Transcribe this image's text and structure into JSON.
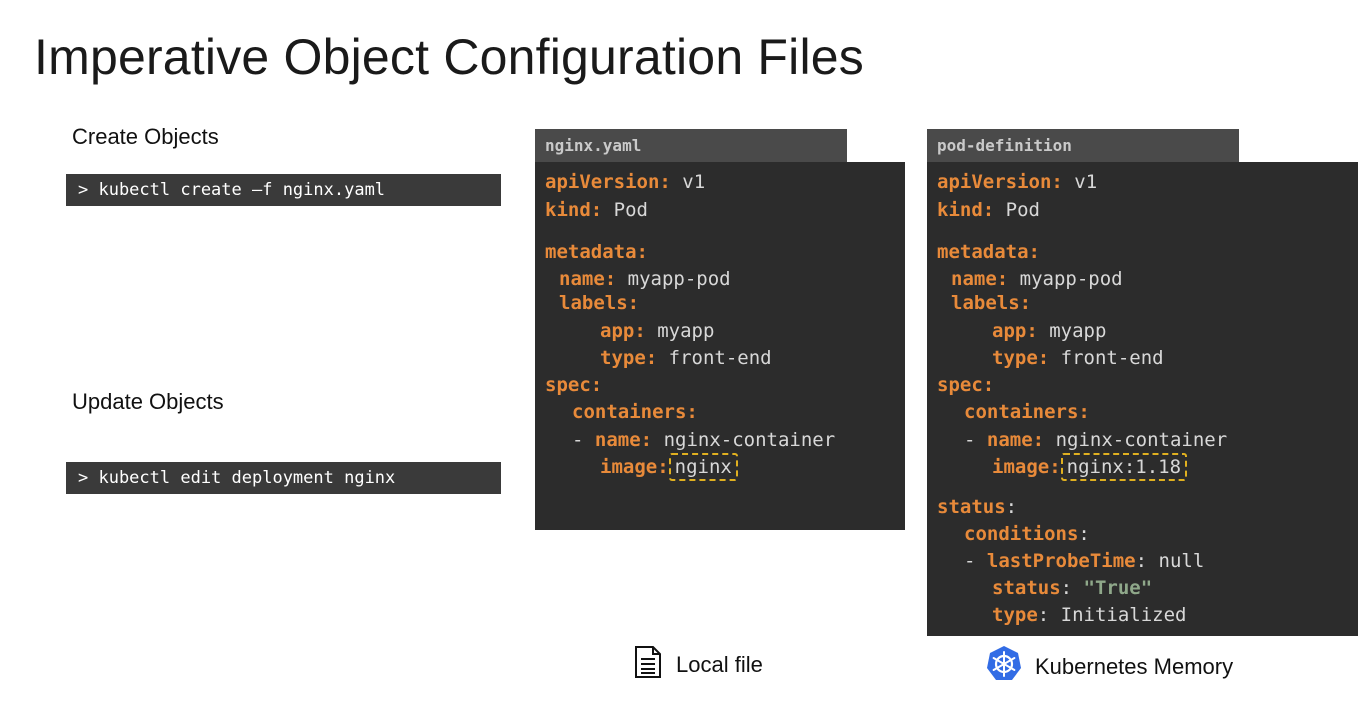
{
  "slide": {
    "title": "Imperative Object Configuration Files"
  },
  "create": {
    "label": "Create Objects",
    "command": "> kubectl create –f nginx.yaml"
  },
  "update": {
    "label": "Update Objects",
    "command": "> kubectl edit deployment nginx"
  },
  "local_file": {
    "tab": "nginx.yaml",
    "caption": "Local file",
    "icon": "document-icon",
    "lines": {
      "apiVersion_key": "apiVersion:",
      "apiVersion_val": "v1",
      "kind_key": "kind:",
      "kind_val": "Pod",
      "metadata_key": "metadata:",
      "name_key": "name:",
      "name_val": "myapp-pod",
      "labels_key": "labels:",
      "app_key": "app:",
      "app_val": "myapp",
      "type_key": "type:",
      "type_val": "front-end",
      "spec_key": "spec:",
      "containers_key": "containers:",
      "dash": "-",
      "cname_key": "name:",
      "cname_val": "nginx-container",
      "image_key": "image:",
      "image_val": "nginx"
    }
  },
  "k8s_memory": {
    "tab": "pod-definition",
    "caption": "Kubernetes Memory",
    "icon": "kubernetes-helm-icon",
    "lines": {
      "apiVersion_key": "apiVersion:",
      "apiVersion_val": "v1",
      "kind_key": "kind:",
      "kind_val": "Pod",
      "metadata_key": "metadata:",
      "name_key": "name:",
      "name_val": "myapp-pod",
      "labels_key": "labels:",
      "app_key": "app:",
      "app_val": "myapp",
      "type_key": "type:",
      "type_val": "front-end",
      "spec_key": "spec:",
      "containers_key": "containers:",
      "dash": "-",
      "cname_key": "name:",
      "cname_val": "nginx-container",
      "image_key": "image:",
      "image_val": "nginx:1.18",
      "status_key": "status",
      "colon": ":",
      "conditions_key": "conditions",
      "conditions_colon": ":",
      "dash2": "-",
      "probe_key": "lastProbeTime",
      "probe_colon": ":",
      "probe_val": "null",
      "status2_key": "status",
      "status2_colon": ":",
      "status2_val": "\"True\"",
      "type2_key": "type",
      "type2_colon": ":",
      "type2_val": "Initialized"
    }
  },
  "colors": {
    "key": "#e88a3a",
    "value": "#d8d8d8",
    "string": "#8fa88a",
    "highlight": "#e0b020",
    "panel_bg": "#2c2c2c",
    "tab_bg": "#4a4a4a",
    "kubernetes_blue": "#326ce5"
  }
}
